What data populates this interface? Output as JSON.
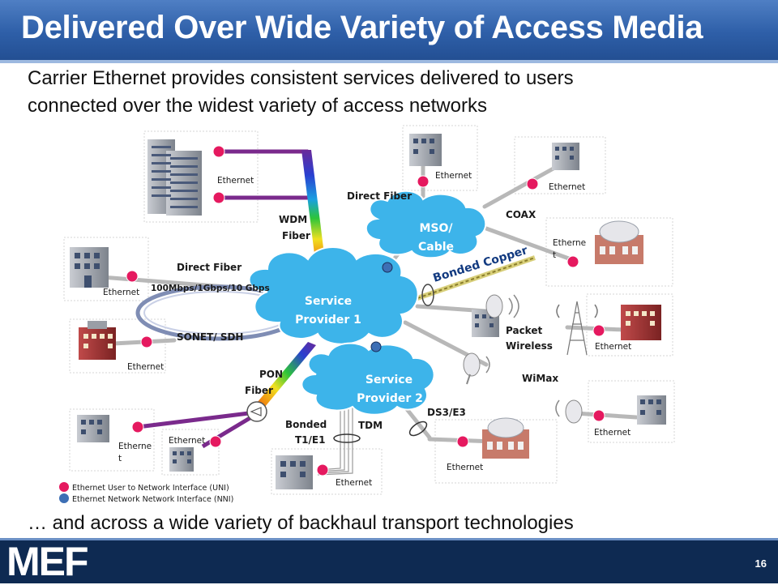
{
  "title": "Delivered Over Wide Variety of Access Media",
  "subtitle_line1": "Carrier Ethernet provides consistent services delivered to users",
  "subtitle_line2": "connected over the widest variety of access networks",
  "footer_text": "… and across a wide variety of backhaul transport technologies",
  "logo": "MEF",
  "page_number": "16",
  "clouds": {
    "sp1_line1": "Service",
    "sp1_line2": "Provider 1",
    "sp2_line1": "Service",
    "sp2_line2": "Provider 2",
    "mso_line1": "MSO/",
    "mso_line2": "Cable"
  },
  "labels": {
    "eth_datacenter": "Ethernet",
    "wdm_line1": "WDM",
    "wdm_line2": "Fiber",
    "direct_fiber_left": "Direct Fiber",
    "speeds": "100Mbps/1Gbps/10 Gbps",
    "eth_left_building": "Ethernet",
    "sonet": "SONET/ SDH",
    "eth_sonet_building": "Ethernet",
    "pon_line1": "PON",
    "pon_line2": "Fiber",
    "eth_pon_a_line1": "Etherne",
    "eth_pon_a_line2": "t",
    "eth_pon_b": "Ethernet",
    "bonded_line1": "Bonded",
    "bonded_line2": "T1/E1",
    "tdm": "TDM",
    "eth_bottom_center": "Ethernet",
    "ds3": "DS3/E3",
    "eth_bottom_right": "Ethernet",
    "direct_fiber_top": "Direct Fiber",
    "eth_top_center": "Ethernet",
    "eth_top_right": "Ethernet",
    "coax": "COAX",
    "eth_right_upper_line1": "Etherne",
    "eth_right_upper_line2": "t",
    "bonded_copper": "Bonded Copper",
    "packet_line1": "Packet",
    "packet_line2": "Wireless",
    "eth_packet": "Ethernet",
    "wimax": "WiMax",
    "eth_wimax": "Ethernet"
  },
  "legend": {
    "uni": "Ethernet User to Network Interface (UNI)",
    "nni": "Ethernet Network Network Interface (NNI)"
  },
  "colors": {
    "title_bar": "#2e5fa8",
    "footer_bar": "#0e2a52",
    "cloud_fill": "#3db4ea",
    "uni_marker": "#e5195f",
    "nni_marker": "#3d6fb5",
    "link_gray": "#b8b8b8",
    "pon_purple": "#7a2a8c",
    "bonded_copper_text": "#123a80"
  }
}
